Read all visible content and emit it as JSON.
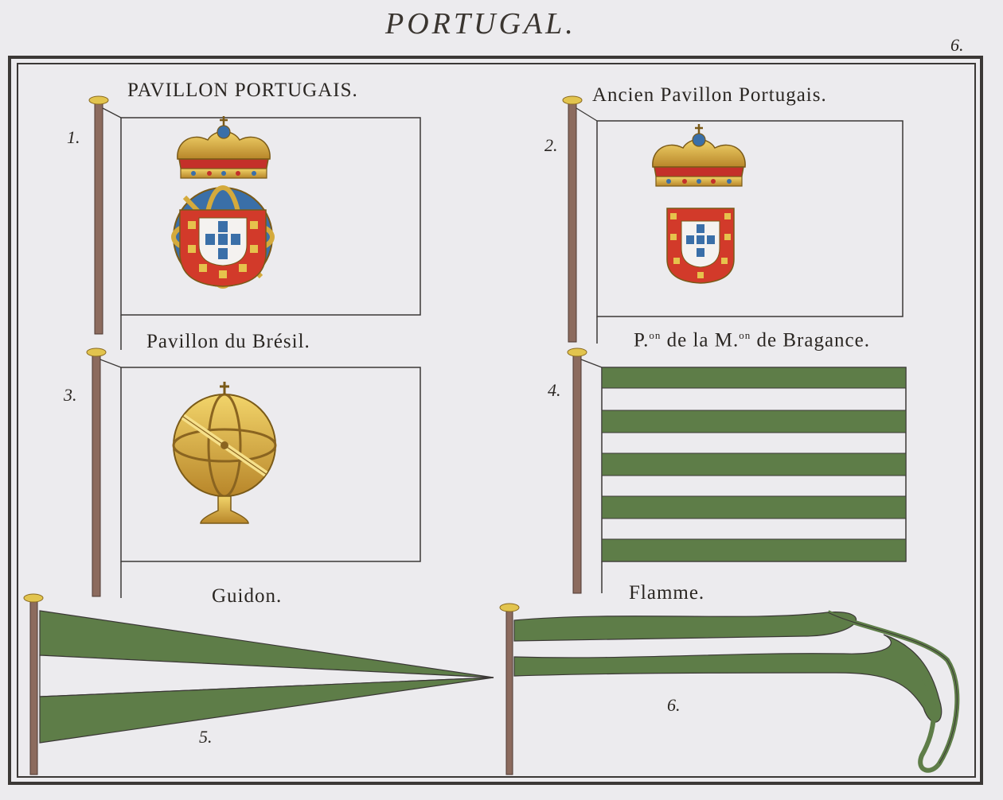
{
  "plate": {
    "title": "PORTUGAL.",
    "number": "6."
  },
  "flags": [
    {
      "number": "1.",
      "title": "PAVILLON PORTUGAIS."
    },
    {
      "number": "2.",
      "title": "Ancien Pavillon Portugais."
    },
    {
      "number": "3.",
      "title": "Pavillon du Brésil."
    },
    {
      "number": "4.",
      "title_parts": [
        "P.",
        "on",
        " de la M.",
        "on",
        " de Bragance."
      ]
    },
    {
      "number": "5.",
      "title": "Guidon."
    },
    {
      "number": "6.",
      "title": "Flamme."
    }
  ],
  "colors": {
    "paper": "#ecebee",
    "frame": "#3b3836",
    "green": "#5e7d48",
    "gold": "#d4aa3c",
    "red": "#d23a2a",
    "blue": "#3a6fa8",
    "pole": "#8a6a5c"
  },
  "icons": [
    "royal-crown-icon",
    "portuguese-shield-icon",
    "armillary-sphere-icon"
  ]
}
